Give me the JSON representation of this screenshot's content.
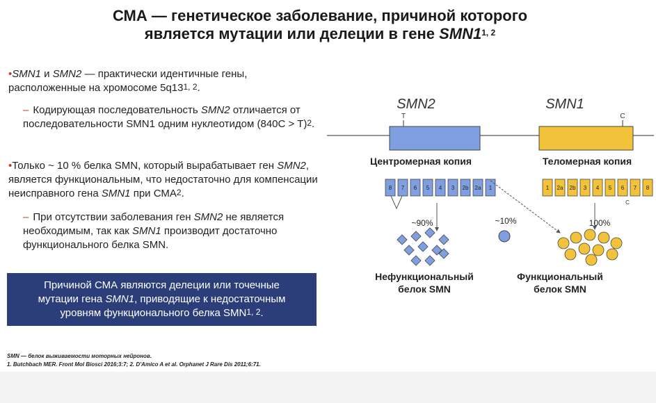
{
  "title": {
    "line1": "СМА — генетическое заболевание, причиной которого",
    "line2": "является мутации или делеции в гене ",
    "gene": "SMN1",
    "sup": "1, 2"
  },
  "bullets": {
    "b1": {
      "g1": "SMN1",
      "and": " и ",
      "g2": "SMN2",
      "text": " — практически идентичные гены, расположенные на хромосоме 5q13",
      "sup": "1, 2",
      "end": "."
    },
    "b2": {
      "t1": "Кодирующая последовательность ",
      "g": "SMN2",
      "t2": " отличается от последовательности SMN1 одним нуклеотидом (840C > T)",
      "sup": "2",
      "end": "."
    },
    "b3": {
      "t1": "Только ~ 10 % белка SMN, который вырабатывает ген ",
      "g": "SMN2",
      "t2": ", является функциональным, что недостаточно для компенсации неисправного гена ",
      "g2": "SMN1",
      "t3": " при СМА",
      "sup": "2",
      "end": "."
    },
    "b4": {
      "t1": "При отсутствии заболевания ген ",
      "g": "SMN2",
      "t2": " не является необходимым, так как ",
      "g2": "SMN1",
      "t3": " производит достаточно функционального белка SMN."
    }
  },
  "callout": {
    "t1": "Причиной СМА являются делеции или точечные мутации гена ",
    "g": "SMN1",
    "t2": ", приводящие к недостаточным уровням функционального белка SMN",
    "sup": "1, 2",
    "end": "."
  },
  "footnotes": {
    "abbr": "SMN — белок выживаемости моторных нейронов.",
    "refs": "1. Butchbach MER. Front Mol Biosci 2016;3:7; 2. D'Amico A et al. Orphanet J Rare Dis 2011;6:71."
  },
  "diagram": {
    "smn2_label": "SMN2",
    "smn1_label": "SMN1",
    "smn2_base": "T",
    "smn1_base": "C",
    "centromeric": "Центромерная копия",
    "telomeric": "Теломерная копия",
    "smn2_exons": [
      "8",
      "7",
      "6",
      "5",
      "4",
      "3",
      "2b",
      "2a",
      "1"
    ],
    "smn1_exons": [
      "1",
      "2a",
      "2b",
      "3",
      "4",
      "5",
      "6",
      "7",
      "8"
    ],
    "smn1_exon_base": "C",
    "pct_90": "~90%",
    "pct_10": "~10%",
    "pct_100": "100%",
    "nonfunc_l1": "Нефункциональный",
    "nonfunc_l2": "белок SMN",
    "func_l1": "Функциональный",
    "func_l2": "белок SMN",
    "colors": {
      "smn2": "#7f9fe0",
      "smn1": "#f2c23a",
      "stroke": "#444444"
    }
  }
}
